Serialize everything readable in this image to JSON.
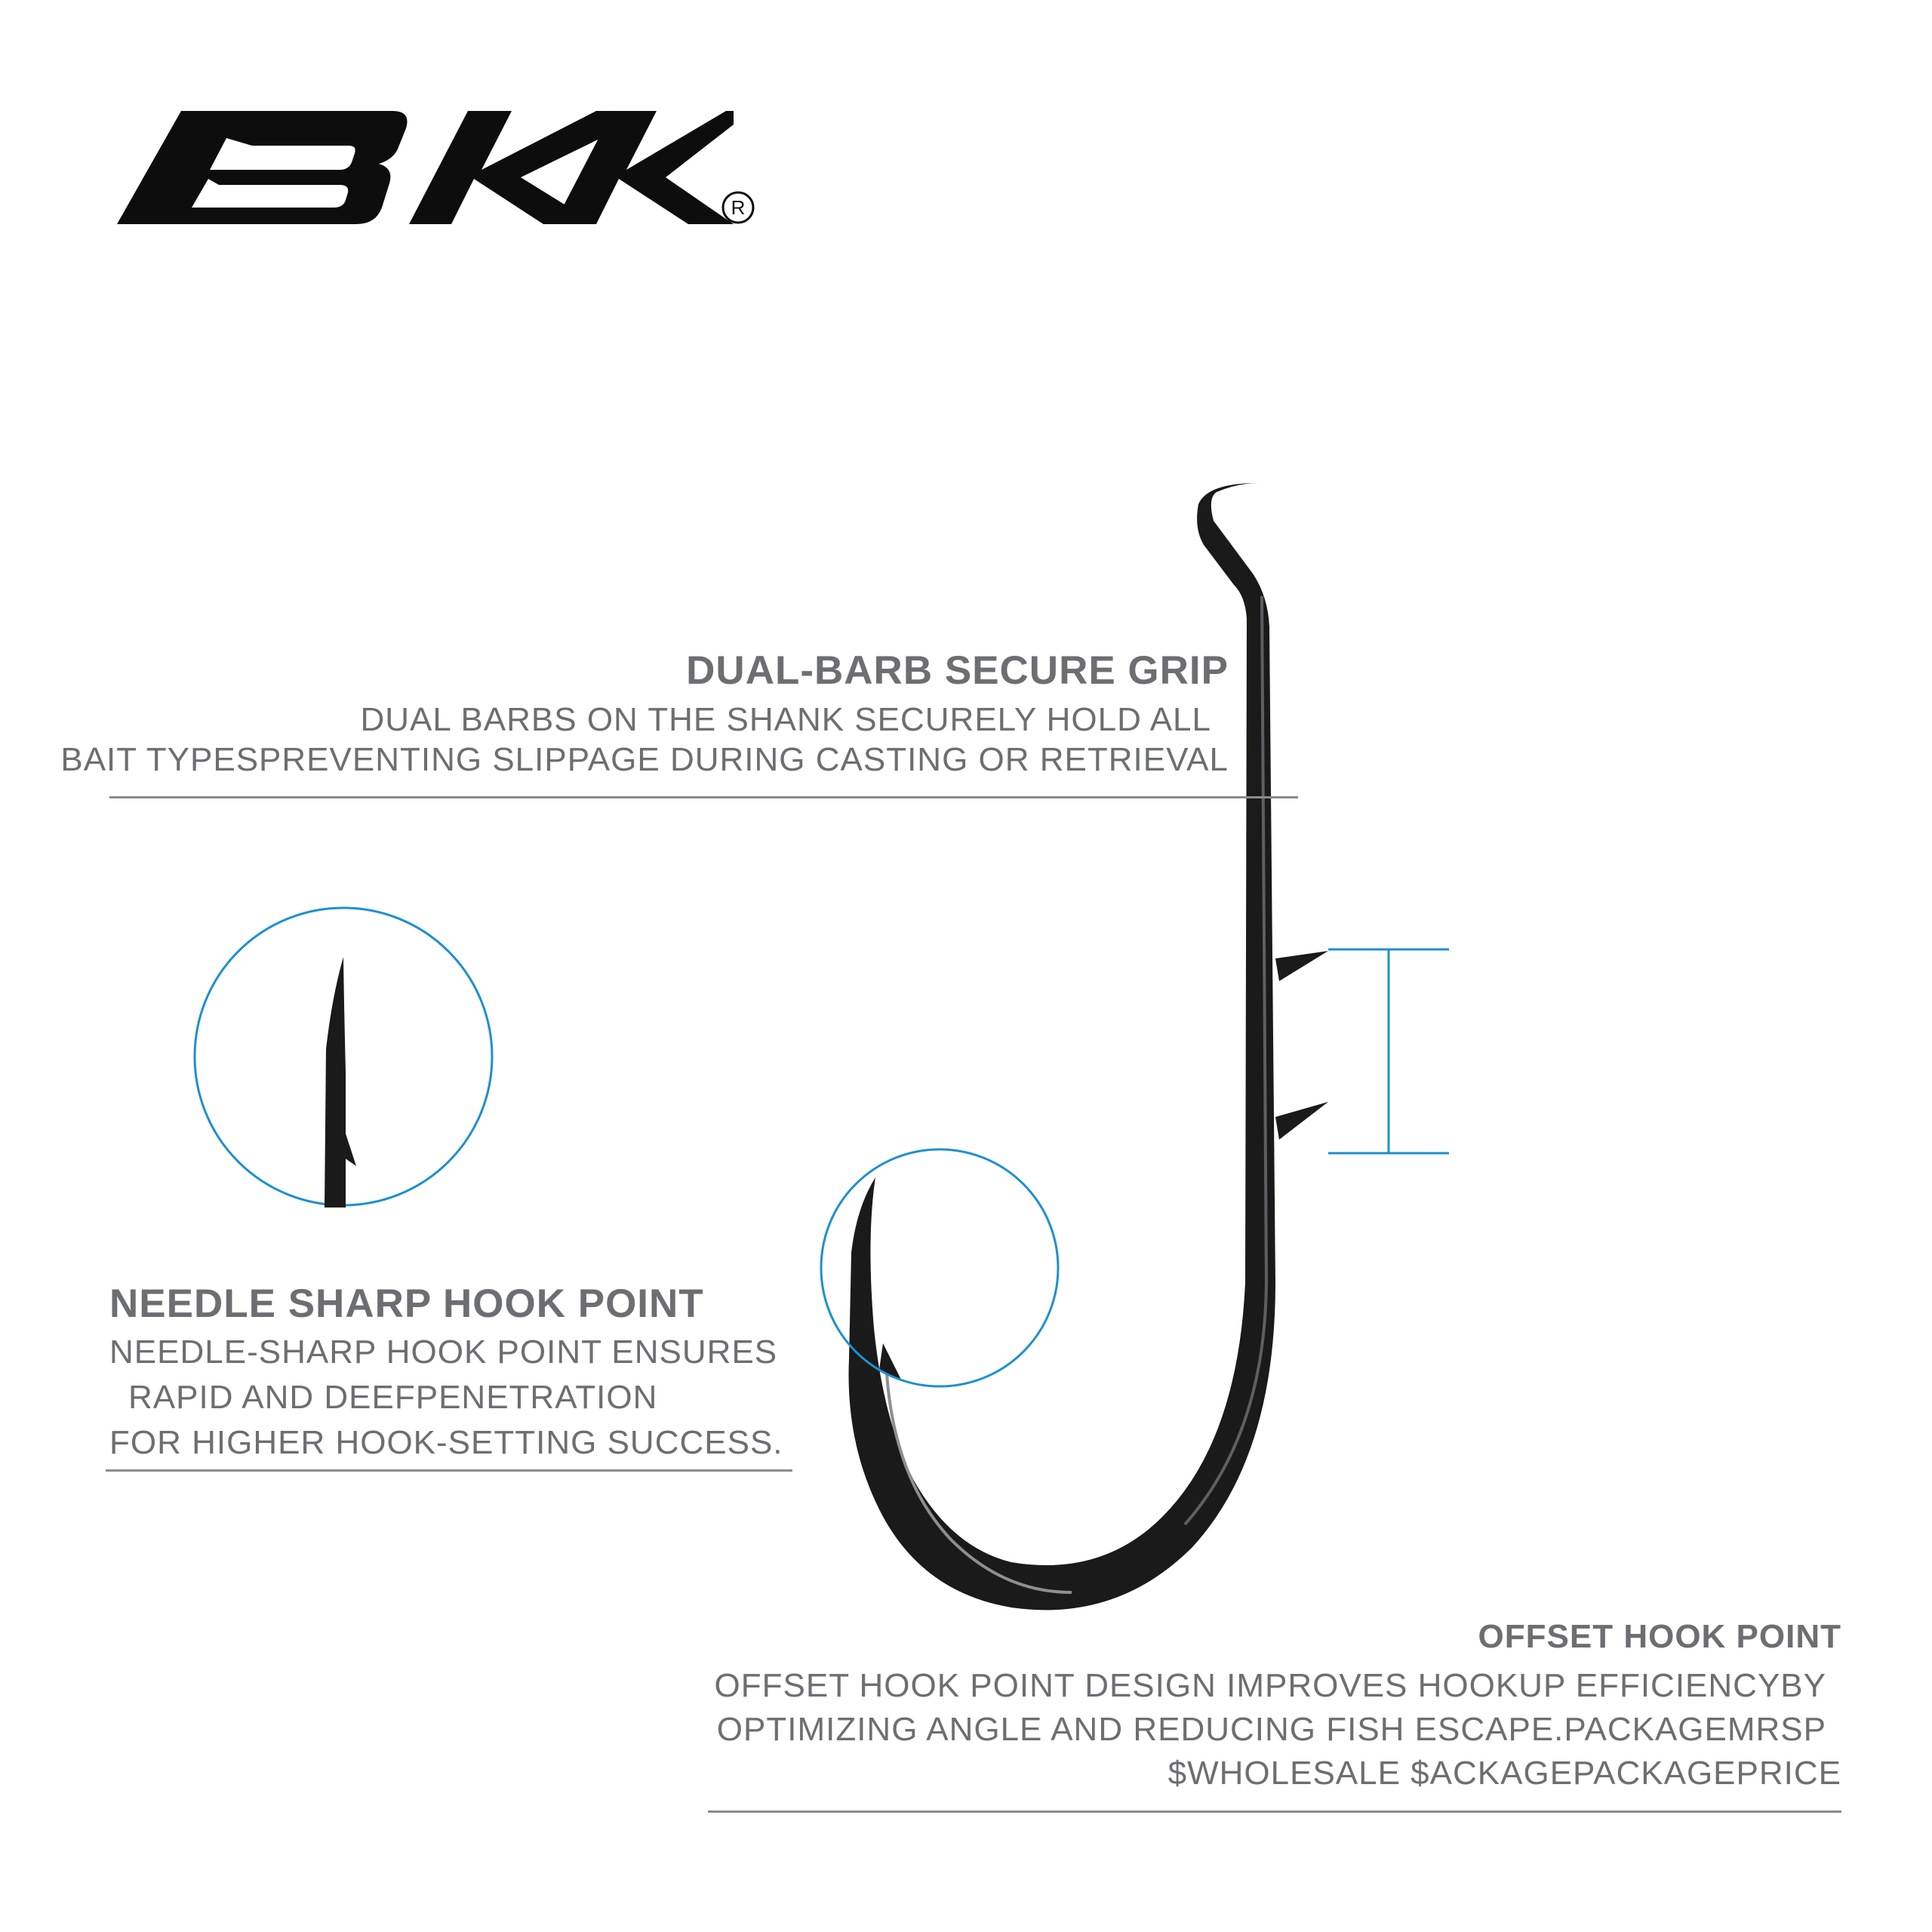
{
  "brand": {
    "logo_text": "BKK",
    "registered_mark": "®"
  },
  "colors": {
    "text_gray": "#6d6e71",
    "accent_blue": "#1e8fd0",
    "hook_black": "#1a1a1a",
    "logo_black": "#0d0d0d"
  },
  "features": {
    "grip": {
      "title": "DUAL-BARB SECURE GRIP",
      "lines": [
        "DUAL BARBS ON THE SHANK SECURELY HOLD ALL",
        "BAIT TYPESPREVENTING SLIPPAGE DURING CASTING OR RETRIEVAL"
      ]
    },
    "point": {
      "title": "NEEDLE SHARP HOOK POINT",
      "lines": [
        "NEEDLE-SHARP HOOK POINT ENSURES",
        "RAPID AND DEEFPENETRATION",
        "FOR HIGHER HOOK-SETTING SUCCESS."
      ]
    },
    "offset": {
      "title": "OFFSET HOOK POINT",
      "lines": [
        "OFFSET HOOK POINT DESIGN IMPROVES HOOKUP EFFICIENCYBY",
        "OPTIMIZING ANGLE AND REDUCING FISH ESCAPE.PACKAGEMRSP",
        "$WHOLESALE $ACKAGEPACKAGEPRICE"
      ]
    }
  }
}
